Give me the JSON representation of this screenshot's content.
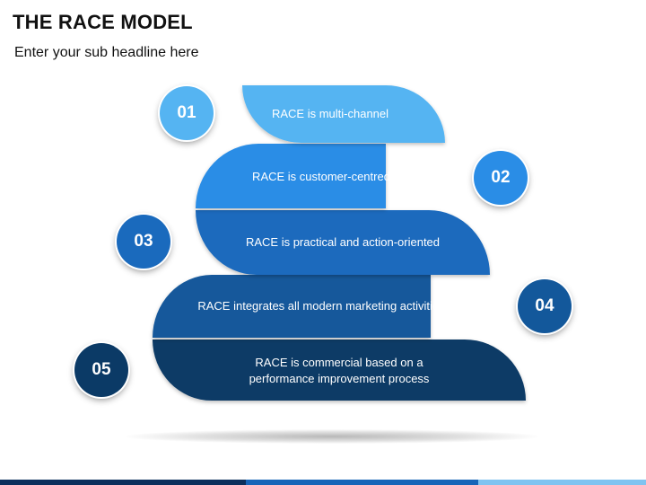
{
  "header": {
    "title": "THE RACE MODEL",
    "subtitle": "Enter your sub headline here"
  },
  "steps": [
    {
      "number": "01",
      "label": "RACE is multi-channel",
      "color": "#55B4F2"
    },
    {
      "number": "02",
      "label": "RACE is customer-centred",
      "color": "#2A8DE6"
    },
    {
      "number": "03",
      "label": "RACE is practical and action-oriented",
      "color": "#1A6ABD"
    },
    {
      "number": "04",
      "label": "RACE integrates all modern marketing activities",
      "color": "#13589B"
    },
    {
      "number": "05",
      "label": "RACE is commercial based on a performance improvement process",
      "color": "#0B3A66"
    }
  ],
  "footer_bar_colors": [
    "#0B2F5C",
    "#1664B8",
    "#7FC3F0"
  ]
}
